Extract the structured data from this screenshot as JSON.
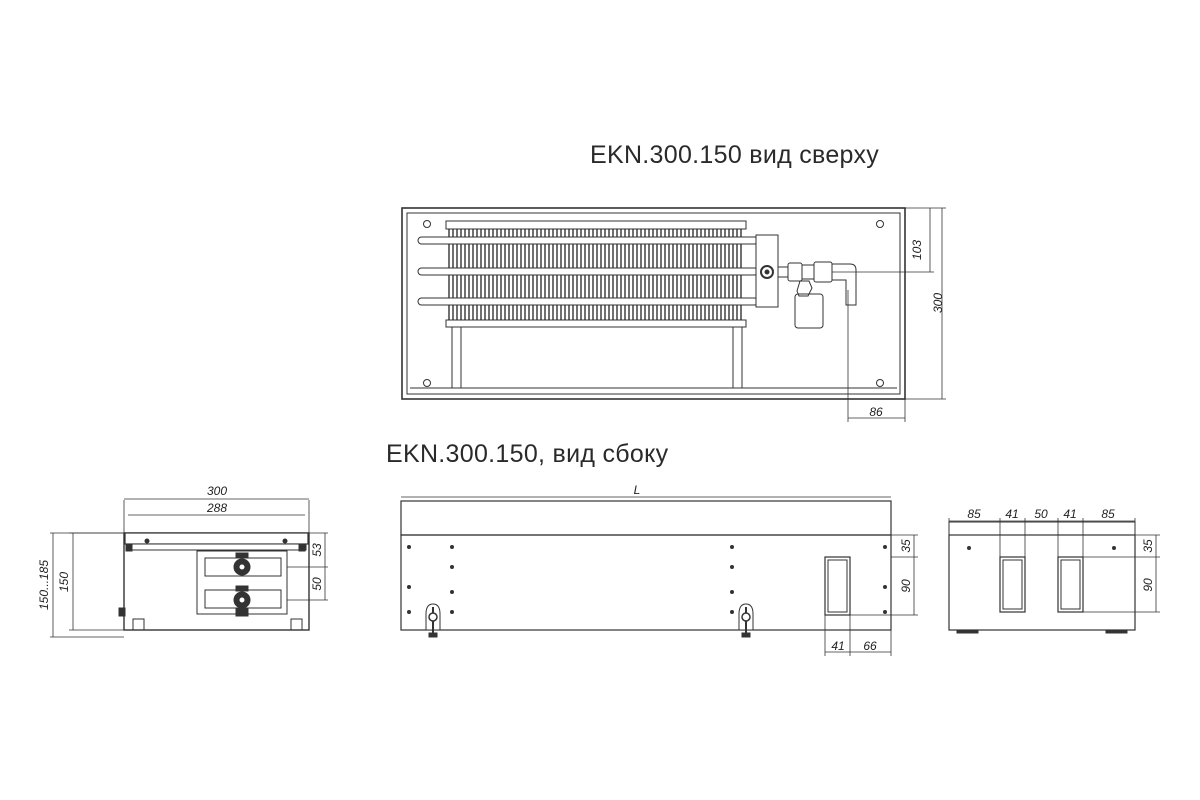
{
  "titles": {
    "top_view": "EKN.300.150  вид сверху",
    "side_view": "EKN.300.150, вид сбоку"
  },
  "dimensions": {
    "top": {
      "height_total": "300",
      "pipe_offset": "103",
      "outlet_offset": "86"
    },
    "end": {
      "width_outer": "300",
      "width_inner": "288",
      "height_range": "150...185",
      "height": "150",
      "upper_gap": "53",
      "pipe_spacing": "50"
    },
    "side": {
      "length": "L",
      "top_gap": "35",
      "window_height": "90",
      "window_width": "41",
      "window_offset": "66"
    },
    "back": {
      "left_margin": "85",
      "window1": "41",
      "gap": "50",
      "window2": "41",
      "right_margin": "85",
      "top_gap": "35",
      "window_height": "90"
    }
  }
}
